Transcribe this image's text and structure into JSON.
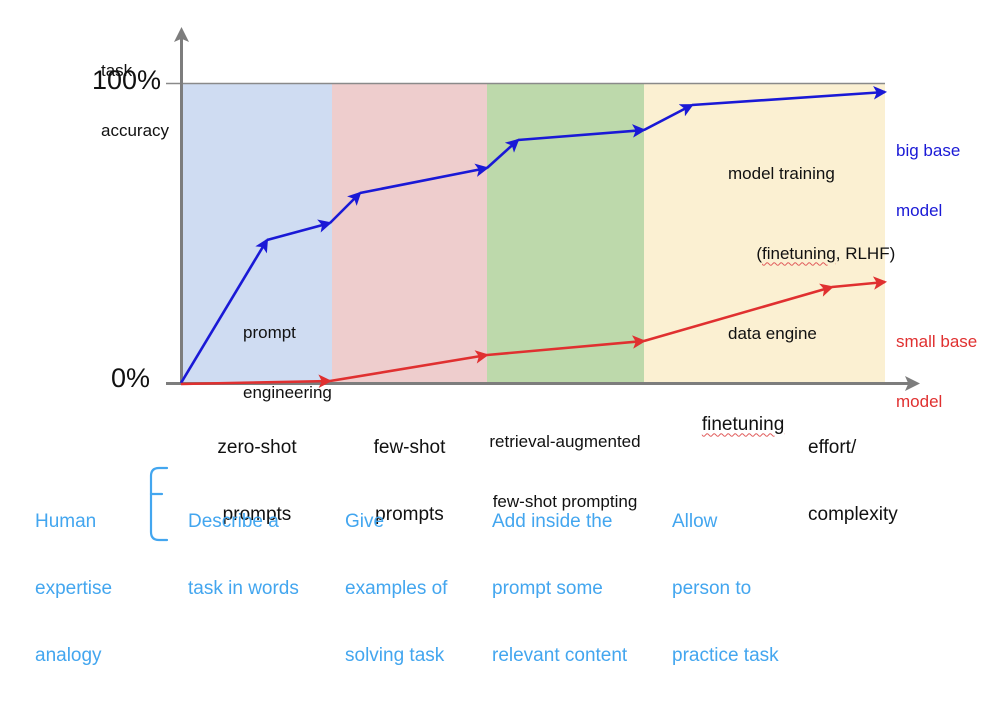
{
  "figure": {
    "y_axis_caption_line1": "task",
    "y_axis_caption_line2": "accuracy",
    "y_ticks": [
      "100%",
      "0%"
    ],
    "x_axis_end_label_line1": "effort/",
    "x_axis_end_label_line2": "complexity"
  },
  "bands": [
    {
      "name": "zero-shot",
      "label_line1": "zero-shot",
      "label_line2": "prompts",
      "color": "#cfdcf2"
    },
    {
      "name": "few-shot",
      "label_line1": "few-shot",
      "label_line2": "prompts",
      "color": "#eecdcd"
    },
    {
      "name": "retrieval-augmented",
      "label_line1": "retrieval-augmented",
      "label_line2": "few-shot prompting",
      "color": "#bdd9ab"
    },
    {
      "name": "finetuning",
      "label_line1": "finetuning",
      "label_line2": "",
      "color": "#fbf0d2"
    }
  ],
  "annotations": {
    "prompt_engineering_line1": "prompt",
    "prompt_engineering_line2": "engineering",
    "model_training_line1": "model training",
    "model_training_line2_a": "(",
    "model_training_line2_b": "finetuning",
    "model_training_line2_c": ", RLHF)",
    "model_training_line3": "data engine"
  },
  "series_labels": {
    "big_line1": "big base",
    "big_line2": "model",
    "big_color": "#1a19d6",
    "small_line1": "small base",
    "small_line2": "model",
    "small_color": "#e03030"
  },
  "bottom_row": {
    "analogy_line1": "Human",
    "analogy_line2": "expertise",
    "analogy_line3": "analogy",
    "items": [
      {
        "line1": "Describe a",
        "line2": "task in words",
        "line3": ""
      },
      {
        "line1": "Give",
        "line2": "examples of",
        "line3": "solving task"
      },
      {
        "line1": "Add inside the",
        "line2": "prompt some",
        "line3": "relevant content"
      },
      {
        "line1": "Allow",
        "line2": "person to",
        "line3": "practice task"
      }
    ],
    "accent_color": "#43a6ef"
  },
  "chart_data": {
    "type": "line",
    "title": "",
    "xlabel": "effort/complexity",
    "ylabel": "task accuracy",
    "ylim": [
      0,
      100
    ],
    "grid": false,
    "legend": "right-of-plot",
    "categories": [
      "zero-shot prompts",
      "few-shot prompts",
      "retrieval-augmented few-shot prompting",
      "finetuning"
    ],
    "series": [
      {
        "name": "big base model",
        "color": "#1a19d6",
        "points": [
          {
            "x": 0,
            "y": 0
          },
          {
            "x": 0.115,
            "y": 48
          },
          {
            "x": 0.199,
            "y": 54
          },
          {
            "x": 0.239,
            "y": 64
          },
          {
            "x": 0.41,
            "y": 72
          },
          {
            "x": 0.452,
            "y": 81
          },
          {
            "x": 0.63,
            "y": 84
          },
          {
            "x": 0.695,
            "y": 92
          },
          {
            "x": 1.0,
            "y": 97
          }
        ]
      },
      {
        "name": "small base model",
        "color": "#e03030",
        "points": [
          {
            "x": 0,
            "y": 0
          },
          {
            "x": 0.199,
            "y": 1
          },
          {
            "x": 0.41,
            "y": 10
          },
          {
            "x": 0.63,
            "y": 14
          },
          {
            "x": 0.925,
            "y": 33
          },
          {
            "x": 1.0,
            "y": 34
          }
        ]
      }
    ]
  }
}
